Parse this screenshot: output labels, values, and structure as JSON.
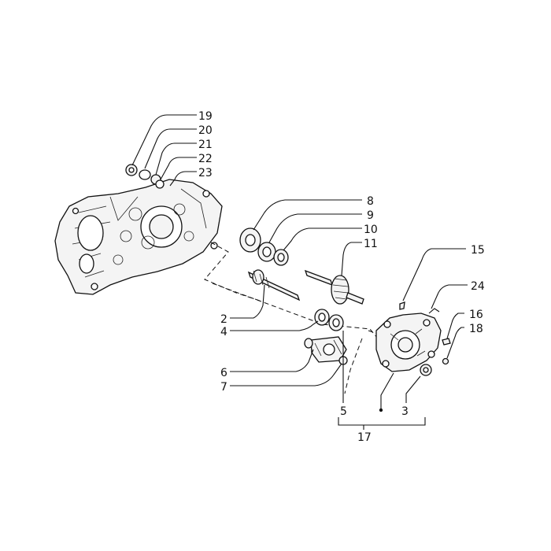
{
  "callouts": {
    "c19": "19",
    "c20": "20",
    "c21": "21",
    "c22": "22",
    "c23": "23",
    "c8": "8",
    "c9": "9",
    "c10": "10",
    "c11": "11",
    "c15": "15",
    "c24": "24",
    "c16": "16",
    "c18": "18",
    "c2": "2",
    "c4": "4",
    "c6": "6",
    "c7": "7",
    "c5": "5",
    "c3": "3",
    "c17": "17"
  }
}
